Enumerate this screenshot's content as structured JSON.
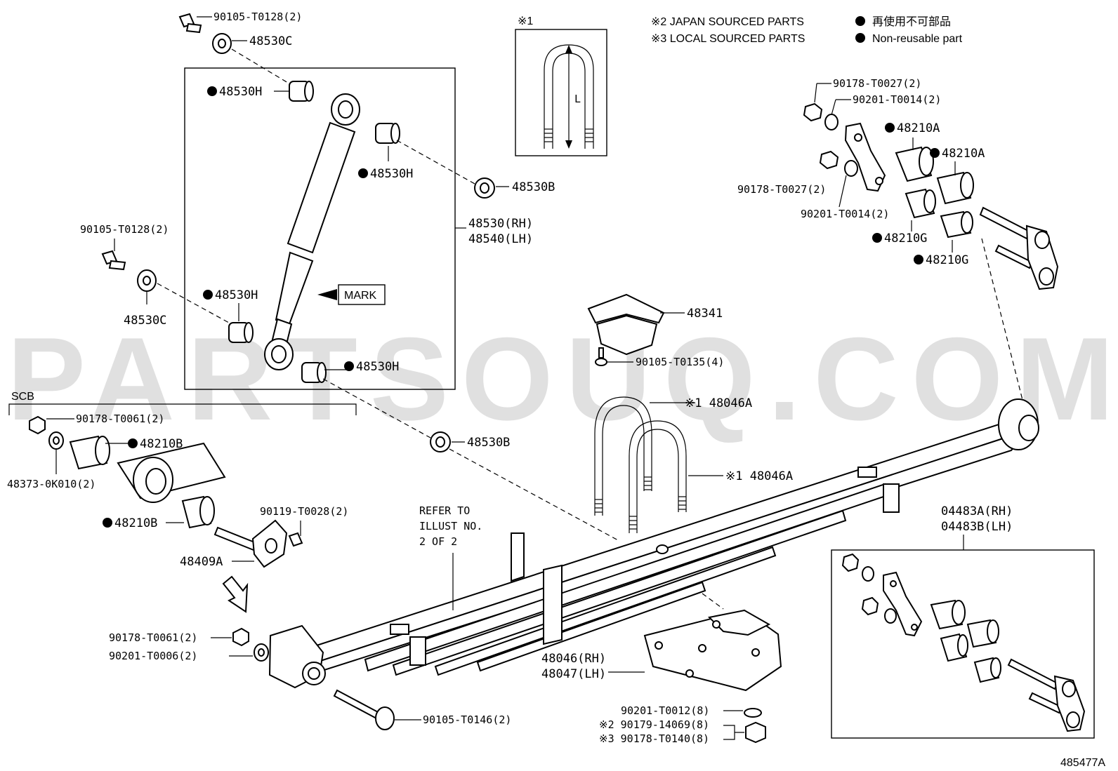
{
  "notes": {
    "ref1_mark": "※1",
    "ref1_dimension": "L",
    "japan_sourced": "※2 JAPAN SOURCED PARTS",
    "local_sourced": "※3 LOCAL SOURCED PARTS",
    "non_reusable_jp": "再使用不可部品",
    "non_reusable_en": "Non-reusable part"
  },
  "shock_group": {
    "label_rh": "48530(RH)",
    "label_lh": "48540(LH)",
    "mark_label": "MARK"
  },
  "scb_label": "SCB",
  "refer_note": [
    "REFER TO",
    "ILLUST NO.",
    "2 OF 2"
  ],
  "assembly_label": [
    "04483A(RH)",
    "04483B(LH)"
  ],
  "seat_label": [
    "48046(RH)",
    "48047(LH)"
  ],
  "illustration_id": "485477A",
  "watermark": "PARTSOUQ.COM",
  "parts": {
    "p_90105_t0128_top": "90105-T0128(2)",
    "p_48530c_top": "48530C",
    "p_48530h_1": "48530H",
    "p_48530h_2": "48530H",
    "p_48530b_1": "48530B",
    "p_90105_t0128_left": "90105-T0128(2)",
    "p_48530c_left": "48530C",
    "p_48530h_3": "48530H",
    "p_48530h_4": "48530H",
    "p_48530b_2": "48530B",
    "p_90178_t0027_1": "90178-T0027(2)",
    "p_90201_t0014_1": "90201-T0014(2)",
    "p_48210a_1": "48210A",
    "p_48210a_2": "48210A",
    "p_90178_t0027_2": "90178-T0027(2)",
    "p_90201_t0014_2": "90201-T0014(2)",
    "p_48210g_1": "48210G",
    "p_48210g_2": "48210G",
    "p_48341": "48341",
    "p_90105_t0135": "90105-T0135(4)",
    "p_48046a_1": "※1 48046A",
    "p_48046a_2": "※1 48046A",
    "p_90178_t0061_1": "90178-T0061(2)",
    "p_48210b_1": "48210B",
    "p_48373": "48373-0K010(2)",
    "p_48210b_2": "48210B",
    "p_90119_t0028": "90119-T0028(2)",
    "p_48409a": "48409A",
    "p_90178_t0061_2": "90178-T0061(2)",
    "p_90201_t0006": "90201-T0006(2)",
    "p_90105_t0146": "90105-T0146(2)",
    "p_90201_t0012": "90201-T0012(8)",
    "p_90179_14069": "※2 90179-14069(8)",
    "p_90178_t0140": "※3 90178-T0140(8)"
  }
}
